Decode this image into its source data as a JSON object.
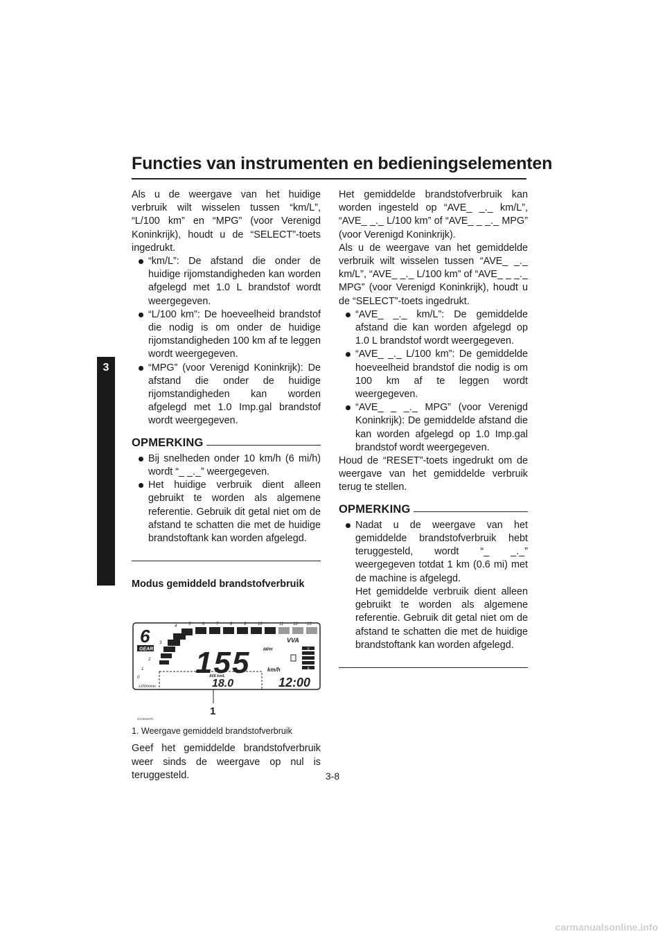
{
  "page": {
    "title": "Functies van instrumenten en bedieningselementen",
    "chapter": "3",
    "page_number": "3-8",
    "watermark": "carmanualsonline.info"
  },
  "left": {
    "intro": "Als u de weergave van het huidige verbruik wilt wisselen tussen “km/L”, “L/100 km” en “MPG” (voor Verenigd Koninkrijk), houdt u de “SELECT”-toets ingedrukt.",
    "bullets": [
      "“km/L”: De afstand die onder de huidige rijomstandigheden kan worden afgelegd met 1.0 L brandstof wordt weergegeven.",
      "“L/100 km”: De hoeveelheid brandstof die nodig is om onder de huidige rijomstandigheden 100 km af te leggen wordt weergegeven.",
      "“MPG” (voor Verenigd Koninkrijk): De afstand die onder de huidige rijomstandigheden kan worden afgelegd met 1.0 Imp.gal brandstof wordt weergegeven."
    ],
    "note_heading": "OPMERKING",
    "note_bullets": [
      "Bij snelheden onder 10 km/h (6 mi/h) wordt “_ _._” weergegeven.",
      "Het huidige verbruik dient alleen gebruikt te worden als algemene referentie. Gebruik dit getal niet om de afstand te schatten die met de huidige brandstoftank kan worden afgelegd."
    ],
    "section_heading": "Modus gemiddeld brandstofverbruik",
    "figure": {
      "gear": "6",
      "gear_label": "GEAR",
      "speed": "155",
      "speed_unit": "km/h",
      "mph_label": "MPH",
      "vva_label": "VVA",
      "ave_label": "AVE km/L",
      "ave_value": "18.0",
      "clock": "12:00",
      "fuel_f": "F",
      "fuel_e": "E",
      "rpm_ticks": [
        "1",
        "2",
        "3",
        "4",
        "5",
        "6",
        "7",
        "8",
        "9",
        "10",
        "11",
        "12",
        "13"
      ],
      "rpm_zero": "0",
      "rpm_label": "x1000r/min",
      "callout": "1",
      "code": "ZAUM1578"
    },
    "caption": "1.  Weergave gemiddeld brandstofverbruik",
    "after_figure": "Geef het gemiddelde brandstofverbruik weer sinds de weergave op nul is teruggesteld."
  },
  "right": {
    "intro1": "Het gemiddelde brandstofverbruik kan worden ingesteld op “AVE_ _._ km/L”, “AVE_ _._ L/100 km” of “AVE_ _ _._ MPG” (voor Verenigd Koninkrijk).",
    "intro2": "Als u de weergave van het gemiddelde verbruik wilt wisselen tussen “AVE_ _._ km/L”, “AVE_ _._ L/100 km” of “AVE_ _ _._ MPG” (voor Verenigd Koninkrijk), houdt u de “SELECT”-toets ingedrukt.",
    "bullets": [
      "“AVE_ _._ km/L”: De gemiddelde afstand die kan worden afgelegd op 1.0 L brandstof wordt weergegeven.",
      "“AVE_ _._ L/100 km”: De gemiddelde hoeveelheid brandstof die nodig is om 100 km af te leggen wordt weergegeven.",
      "“AVE_ _ _._ MPG” (voor Verenigd Koninkrijk): De gemiddelde afstand die kan worden afgelegd op 1.0 Imp.gal brandstof wordt weergegeven."
    ],
    "reset": "Houd de “RESET”-toets ingedrukt om de weergave van het gemiddelde verbruik terug te stellen.",
    "note_heading": "OPMERKING",
    "note_bullet": "Nadat u de weergave van het gemiddelde brandstofverbruik hebt teruggesteld, wordt “_ _._” weergegeven totdat 1 km (0.6 mi) met de machine is afgelegd.",
    "note_cont": "Het gemiddelde verbruik dient alleen gebruikt te worden als algemene referentie. Gebruik dit getal niet om de afstand te schatten die met de huidige brandstoftank kan worden afgelegd."
  }
}
